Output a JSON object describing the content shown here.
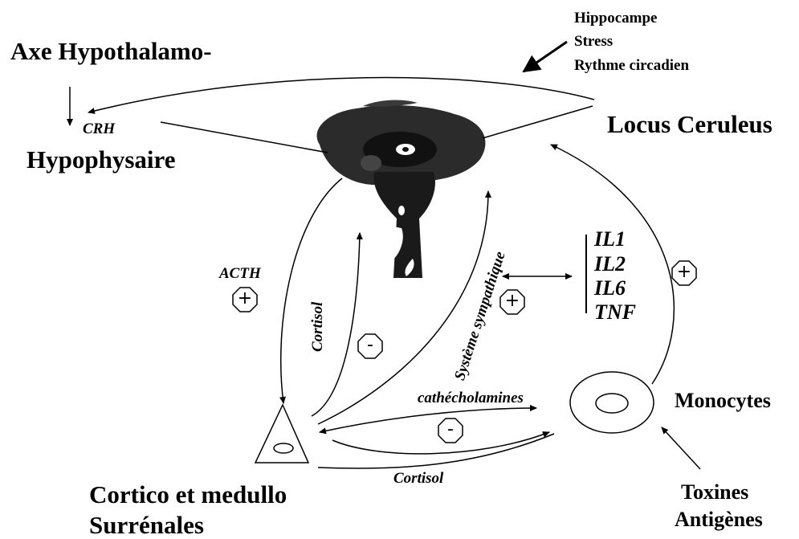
{
  "labels": {
    "axe_line1": "Axe Hypothalamo-",
    "axe_line2": "Hypophysaire",
    "crh": "CRH",
    "modulators": [
      "Hippocampe",
      "Stress",
      "Rythme circadien"
    ],
    "locus": "Locus Ceruleus",
    "acth": "ACTH",
    "cortisol_vertical": "Cortisol",
    "sympathique": "Système sympathique",
    "cytokines": [
      "IL1",
      "IL2",
      "IL6",
      "TNF"
    ],
    "catecholamines": "cathécholamines",
    "cortisol_bottom": "Cortisol",
    "monocytes": "Monocytes",
    "surrenales_line1": "Cortico et medullo",
    "surrenales_line2": "Surrénales",
    "toxines": [
      "Toxines",
      "Antigènes"
    ]
  },
  "signs": {
    "plus": "+",
    "minus": "-"
  }
}
